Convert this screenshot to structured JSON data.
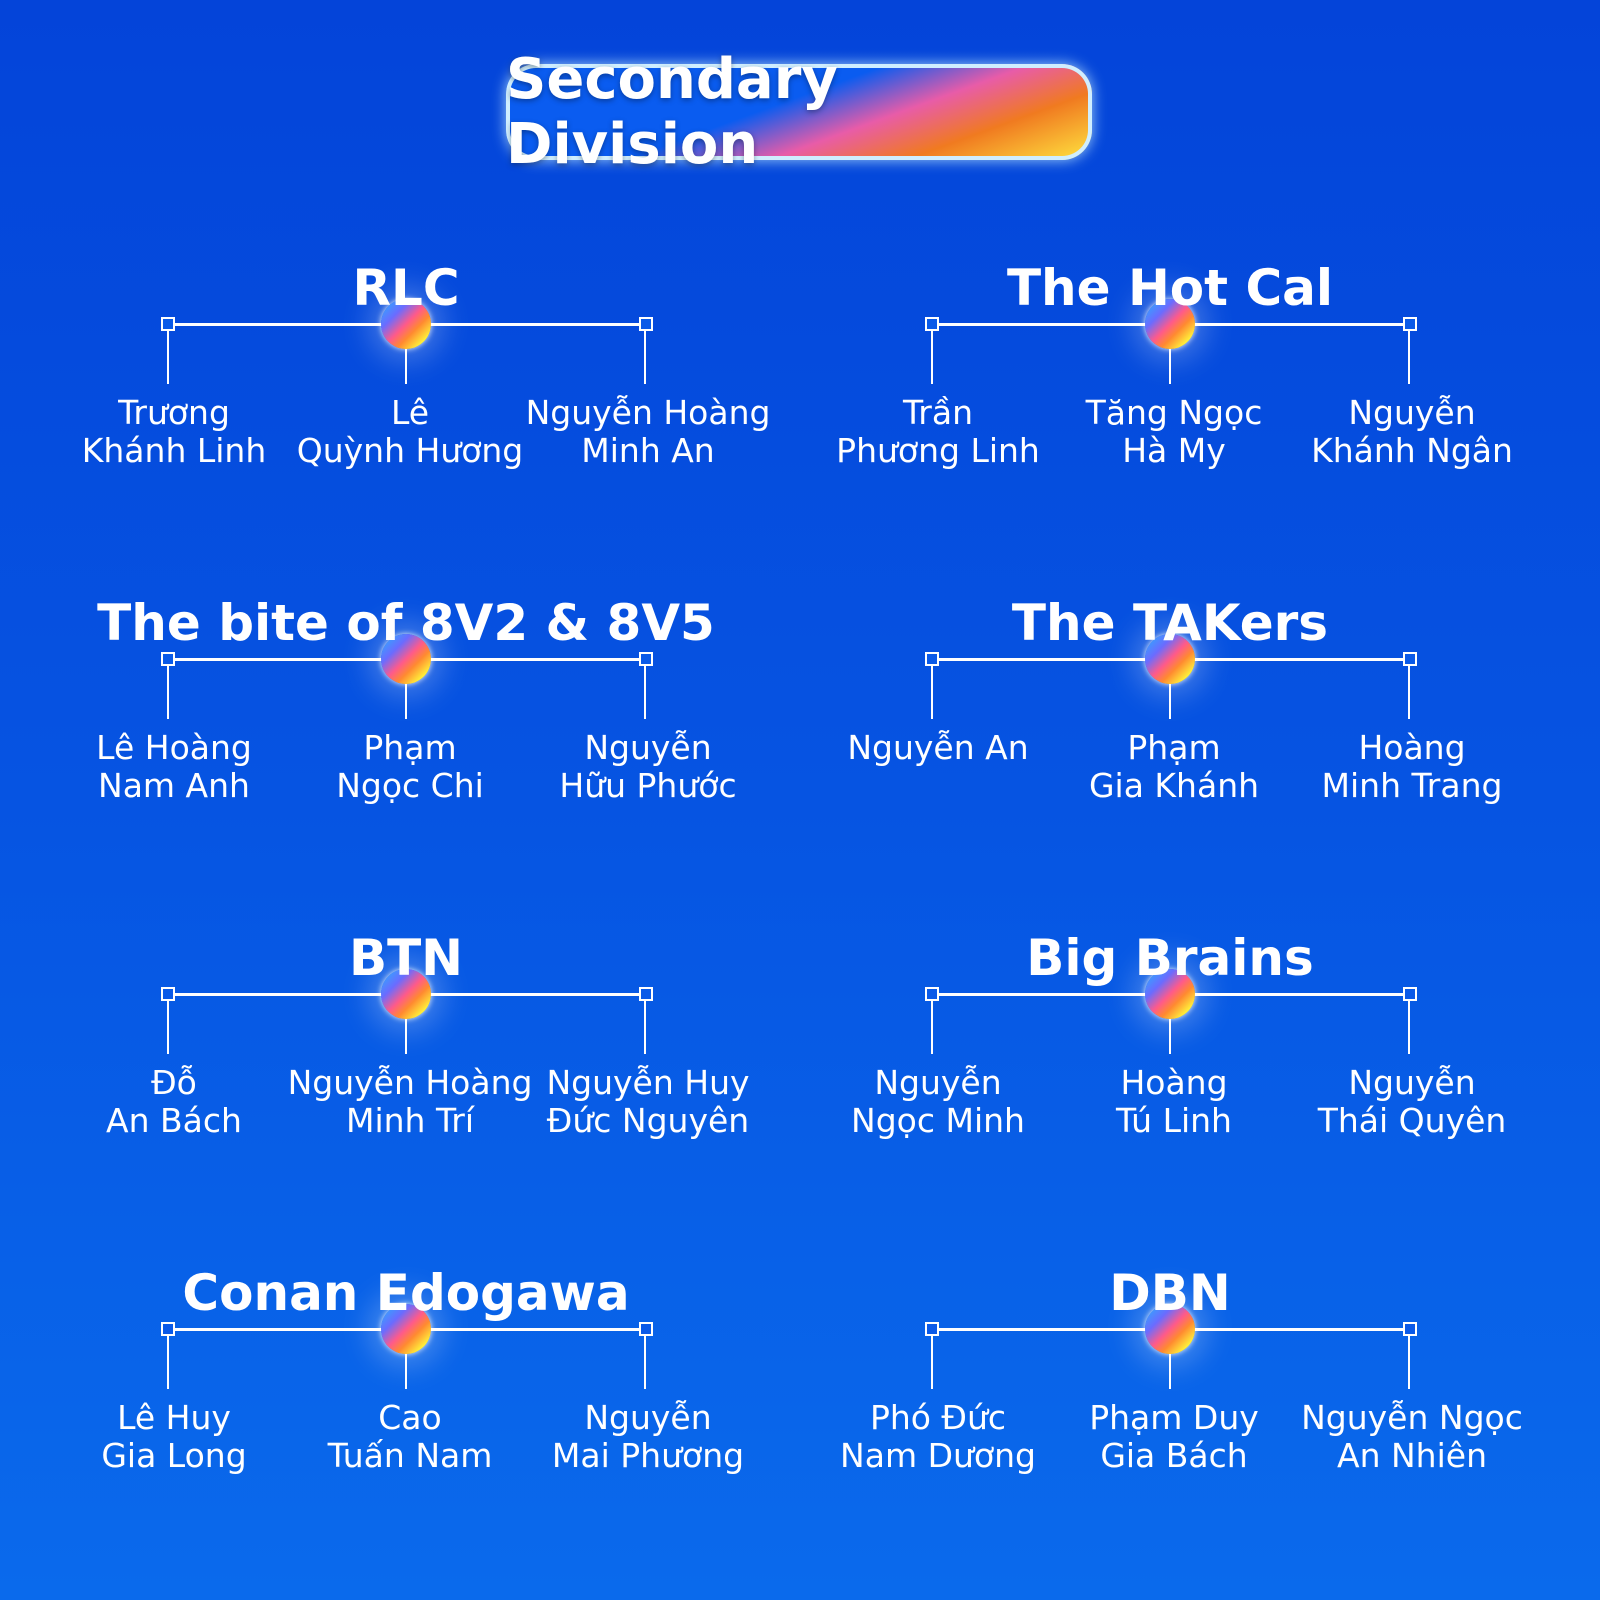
{
  "title": "Secondary Division",
  "teams": [
    {
      "name": "RLC",
      "members": [
        [
          "Trương",
          "Khánh Linh"
        ],
        [
          "Lê",
          "Quỳnh Hương"
        ],
        [
          "Nguyễn Hoàng",
          "Minh An"
        ]
      ]
    },
    {
      "name": "The Hot Cal",
      "members": [
        [
          "Trần",
          "Phương Linh"
        ],
        [
          "Tăng Ngọc",
          "Hà My"
        ],
        [
          "Nguyễn",
          "Khánh Ngân"
        ]
      ]
    },
    {
      "name": "The bite of 8V2 & 8V5",
      "members": [
        [
          "Lê Hoàng",
          "Nam Anh"
        ],
        [
          "Phạm",
          "Ngọc Chi"
        ],
        [
          "Nguyễn",
          "Hữu Phước"
        ]
      ]
    },
    {
      "name": "The TAKers",
      "members": [
        [
          "Nguyễn An",
          ""
        ],
        [
          "Phạm",
          "Gia Khánh"
        ],
        [
          "Hoàng",
          "Minh Trang"
        ]
      ]
    },
    {
      "name": "BTN",
      "members": [
        [
          "Đỗ",
          "An Bách"
        ],
        [
          "Nguyễn Hoàng",
          "Minh Trí"
        ],
        [
          "Nguyễn Huy",
          "Đức Nguyên"
        ]
      ]
    },
    {
      "name": "Big Brains",
      "members": [
        [
          "Nguyễn",
          "Ngọc Minh"
        ],
        [
          "Hoàng",
          "Tú Linh"
        ],
        [
          "Nguyễn",
          "Thái Quyên"
        ]
      ]
    },
    {
      "name": "Conan Edogawa",
      "members": [
        [
          "Lê Huy",
          "Gia Long"
        ],
        [
          "Cao",
          "Tuấn Nam"
        ],
        [
          "Nguyễn",
          "Mai Phương"
        ]
      ]
    },
    {
      "name": "DBN",
      "members": [
        [
          "Phó Đức",
          "Nam Dương"
        ],
        [
          "Phạm Duy",
          "Gia Bách"
        ],
        [
          "Nguyễn Ngọc",
          "An Nhiên"
        ]
      ]
    }
  ]
}
